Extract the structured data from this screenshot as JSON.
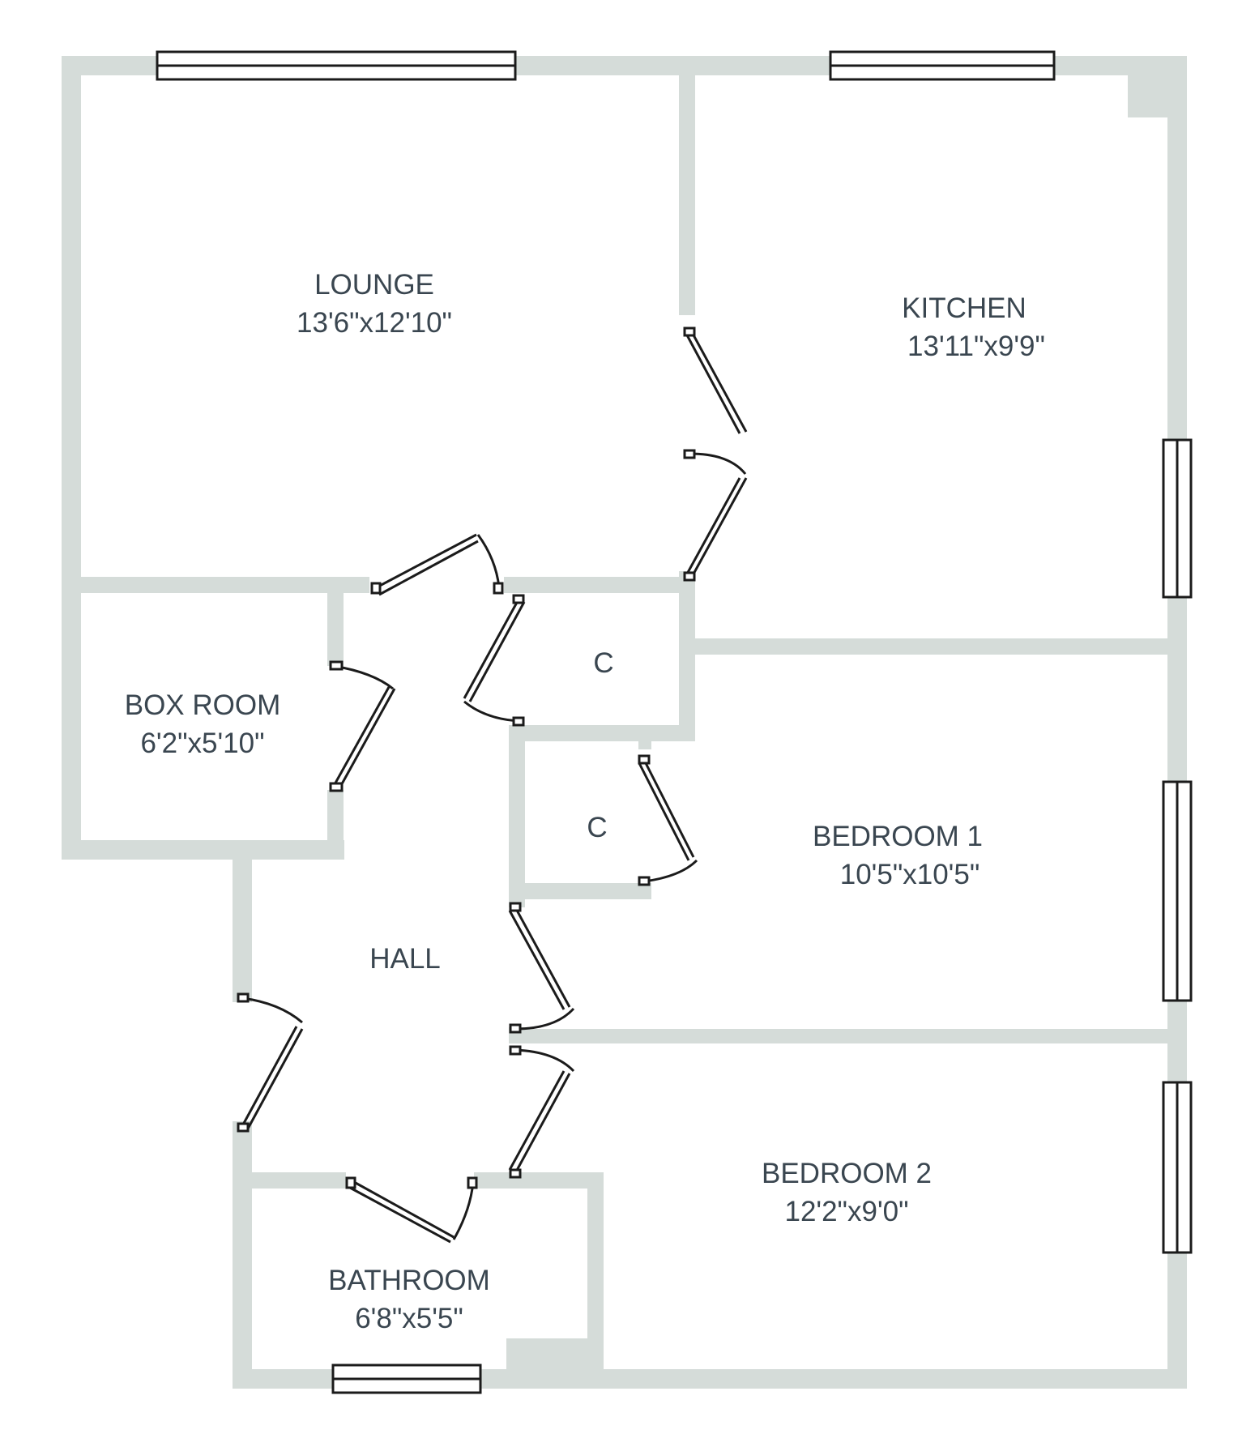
{
  "colors": {
    "wall": "#d5dcd9",
    "line": "#1b1b1b",
    "text": "#3a4650",
    "background": "#ffffff"
  },
  "rooms": {
    "lounge": {
      "name": "LOUNGE",
      "dims": "13'6\"x12'10\""
    },
    "kitchen": {
      "name": "KITCHEN",
      "dims": "13'11\"x9'9\""
    },
    "box_room": {
      "name": "BOX ROOM",
      "dims": "6'2\"x5'10\""
    },
    "closet_upper": {
      "name": "C"
    },
    "closet_lower": {
      "name": "C"
    },
    "bedroom_1": {
      "name": "BEDROOM 1",
      "dims": "10'5\"x10'5\""
    },
    "hall": {
      "name": "HALL"
    },
    "bedroom_2": {
      "name": "BEDROOM 2",
      "dims": "12'2\"x9'0\""
    },
    "bathroom": {
      "name": "BATHROOM",
      "dims": "6'8\"x5'5\""
    }
  }
}
